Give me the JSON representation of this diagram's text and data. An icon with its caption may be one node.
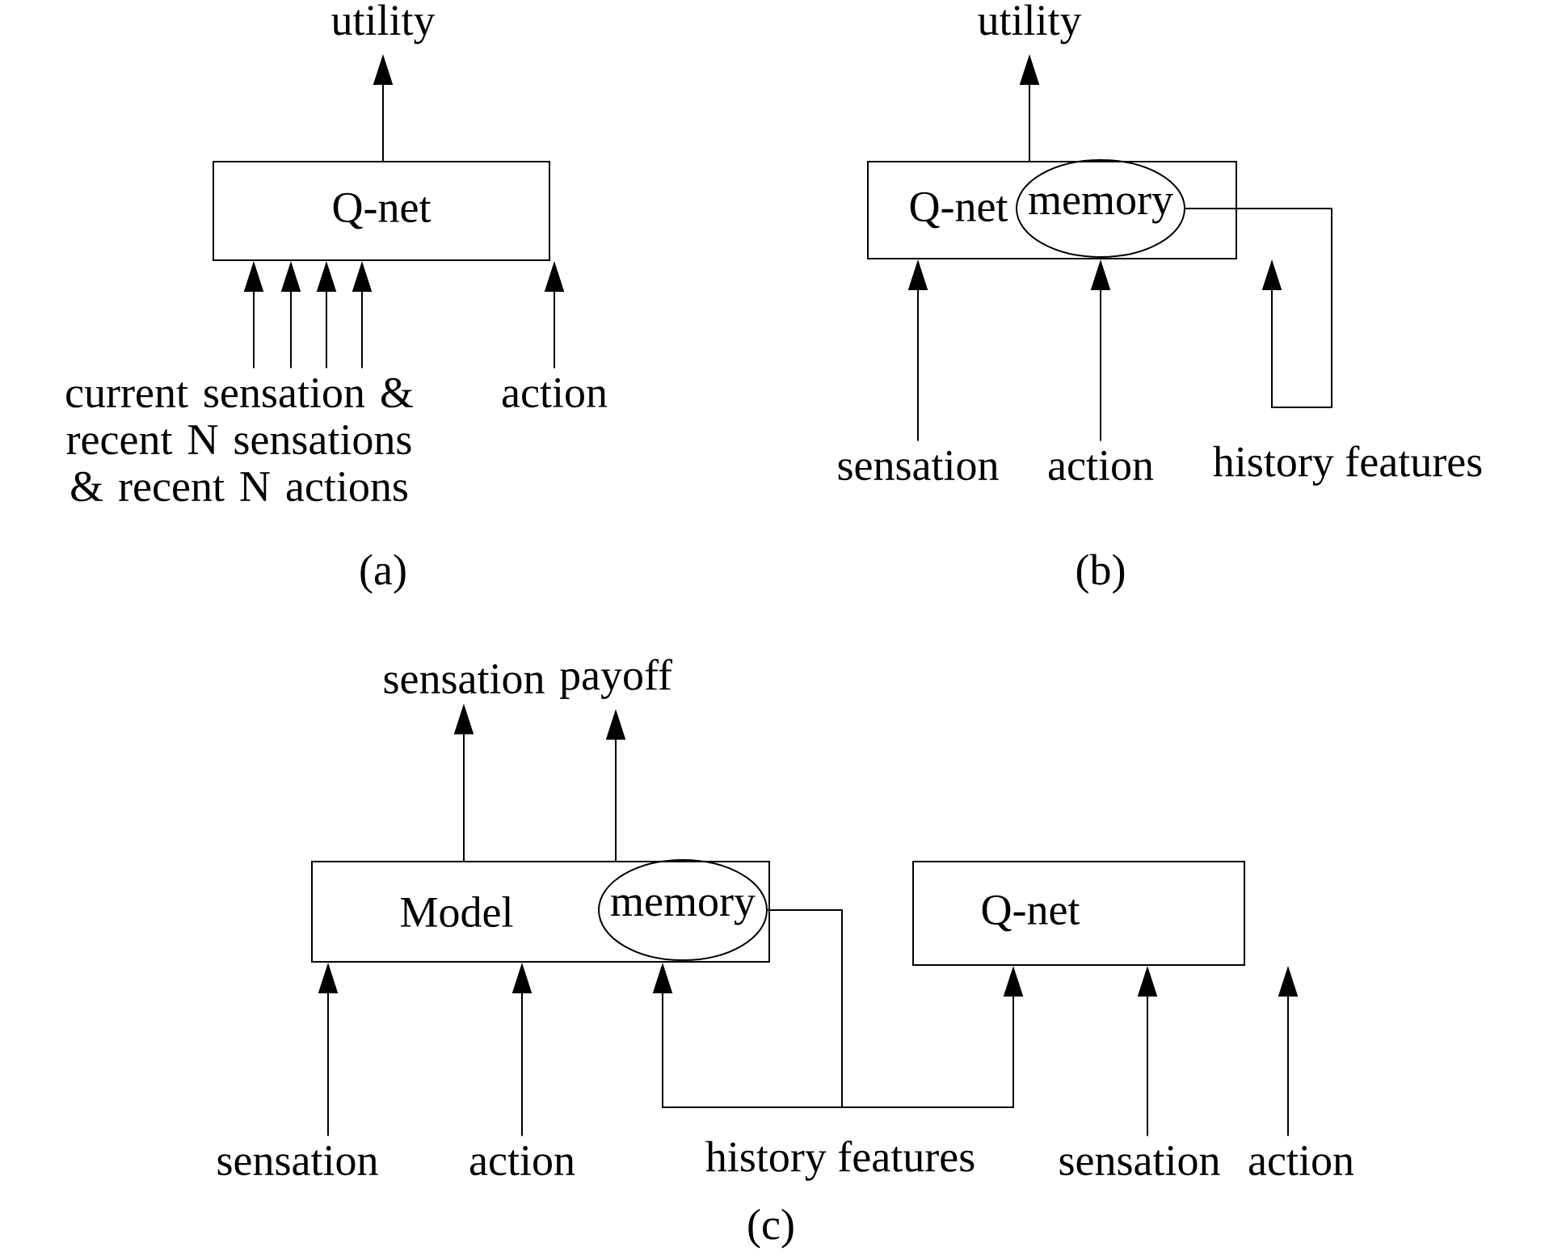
{
  "diagram": {
    "nodes": [
      {
        "text": [
          "Q-net"
        ]
      },
      {
        "text": [
          "current sensation & recent N sensations & recent N actions"
        ]
      },
      {
        "text": [
          "action"
        ]
      },
      {
        "text": [
          "utility"
        ]
      },
      {
        "text": [
          "Q-net"
        ]
      },
      {
        "text": [
          "memory"
        ],
        "in": 4
      },
      {
        "text": [
          "utility"
        ]
      },
      {
        "text": [
          "sensation"
        ]
      },
      {
        "text": [
          "action"
        ]
      },
      {
        "text": [
          "Model"
        ]
      },
      {
        "text": [
          "memory"
        ],
        "in": 9
      },
      {
        "text": [
          "sensation"
        ]
      },
      {
        "text": [
          "payoff"
        ]
      },
      {
        "text": [
          "sensation"
        ]
      },
      {
        "text": [
          "action"
        ]
      },
      {
        "text": [
          "Q-net"
        ]
      },
      {
        "text": [
          "sensation"
        ]
      },
      {
        "text": [
          "action"
        ]
      }
    ],
    "edges": [
      {
        "from": 1,
        "to": 0,
        "arrow": "to"
      },
      {
        "from": 1,
        "to": 0,
        "arrow": "to"
      },
      {
        "from": 1,
        "to": 0,
        "arrow": "to"
      },
      {
        "from": 1,
        "to": 0,
        "arrow": "to"
      },
      {
        "from": 2,
        "to": 0,
        "arrow": "to"
      },
      {
        "from": 0,
        "to": 3,
        "arrow": "to"
      },
      {
        "from": 4,
        "to": 6,
        "arrow": "to"
      },
      {
        "from": 7,
        "to": 4,
        "arrow": "to"
      },
      {
        "from": 8,
        "to": 4,
        "arrow": "to"
      },
      {
        "from": 5,
        "to": 4,
        "arrow": "to"
      },
      {
        "from": 9,
        "to": 11,
        "arrow": "to"
      },
      {
        "from": 9,
        "to": 12,
        "arrow": "to"
      },
      {
        "from": 13,
        "to": 9,
        "arrow": "to"
      },
      {
        "from": 14,
        "to": 9,
        "arrow": "to"
      },
      {
        "from": 10,
        "to": 9,
        "arrow": "to"
      },
      {
        "from": 10,
        "to": 15,
        "arrow": "to"
      },
      {
        "from": 16,
        "to": 15,
        "arrow": "to"
      },
      {
        "from": 17,
        "to": 15,
        "arrow": "to"
      }
    ],
    "labels": [
      "history features",
      "(a)",
      "(b)",
      "history features",
      "(c)"
    ]
  }
}
